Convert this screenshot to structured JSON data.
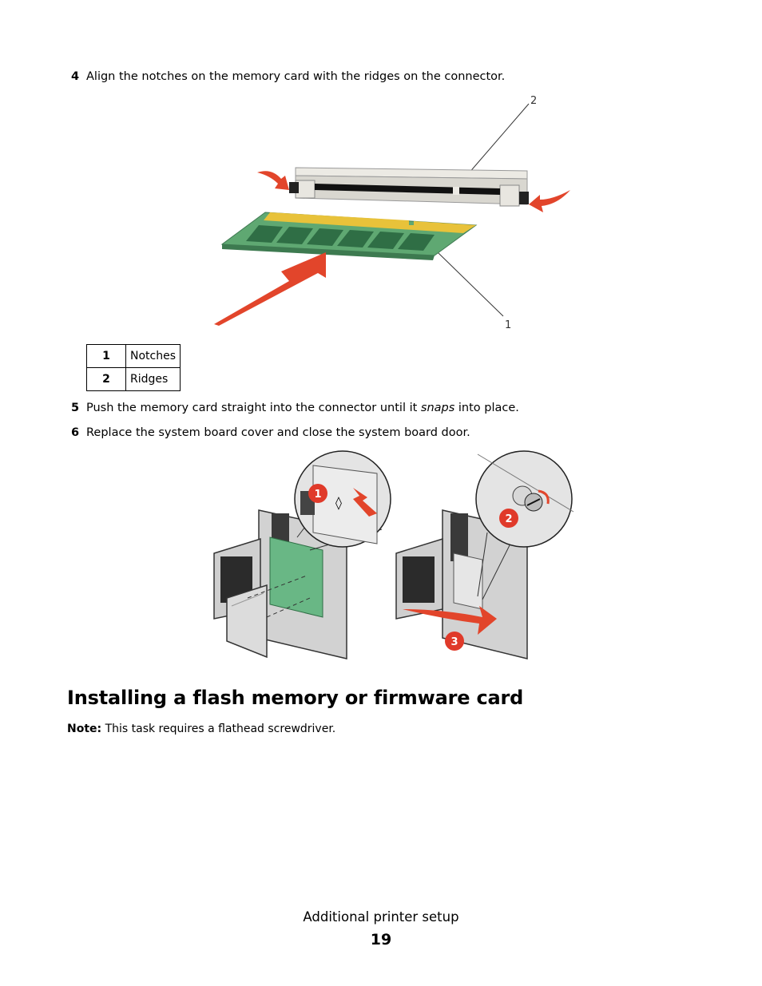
{
  "steps": [
    {
      "num": "4",
      "text": "Align the notches on the memory card with the ridges on the connector."
    },
    {
      "num": "5",
      "text_before": "Push the memory card straight into the connector until it ",
      "text_em": "snaps",
      "text_after": " into place."
    },
    {
      "num": "6",
      "text": "Replace the system board cover and close the system board door."
    }
  ],
  "figure1": {
    "callout_1": "1",
    "callout_2": "2"
  },
  "legend": [
    {
      "key": "1",
      "value": "Notches"
    },
    {
      "key": "2",
      "value": "Ridges"
    }
  ],
  "figure2": {
    "callout_1": "1",
    "callout_2": "2",
    "callout_3": "3"
  },
  "section_title": "Installing a flash memory or firmware card",
  "note": {
    "label": "Note:",
    "text": " This task requires a flathead screwdriver."
  },
  "footer": {
    "title": "Additional printer setup",
    "page": "19"
  },
  "colors": {
    "board_green": "#5fa872",
    "chip_green": "#2f6e45",
    "gold": "#e8c23a",
    "arrow_red": "#e2452b",
    "callout_red": "#e03a2a"
  }
}
